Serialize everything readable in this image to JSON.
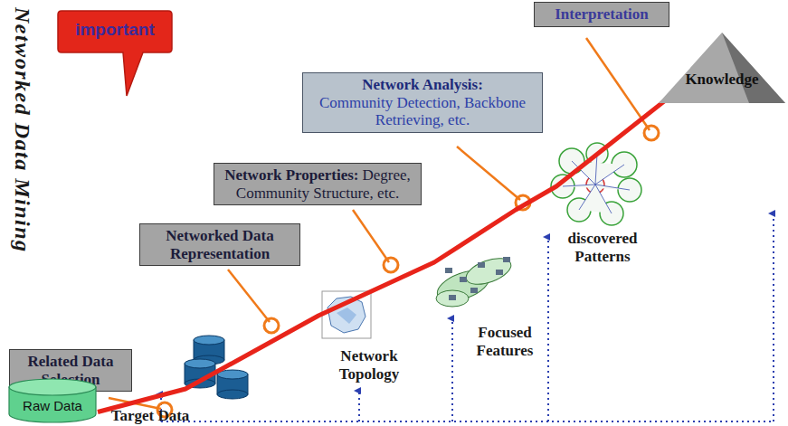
{
  "diagram": {
    "title": "Networked Data Mining",
    "nodes": [
      {
        "text": [
          "important"
        ]
      },
      {
        "text": [
          "Interpretation"
        ]
      },
      {
        "text": [
          "Knowledge"
        ]
      },
      {
        "text": [
          "Network Analysis:",
          "Community Detection, Backbone Retrieving, etc."
        ]
      },
      {
        "text": [
          "Network Properties:",
          "Degree, Community Structure, etc."
        ]
      },
      {
        "text": [
          "Networked Data Representation"
        ]
      },
      {
        "text": [
          "Related Data Selection"
        ]
      },
      {
        "text": [
          "Raw Data"
        ]
      }
    ],
    "edges": [
      {
        "from": 7,
        "to": 2,
        "arrow": "to"
      }
    ],
    "labels": [
      "Target Data",
      "Network Topology",
      "Focused Features",
      "discovered Patterns"
    ]
  }
}
